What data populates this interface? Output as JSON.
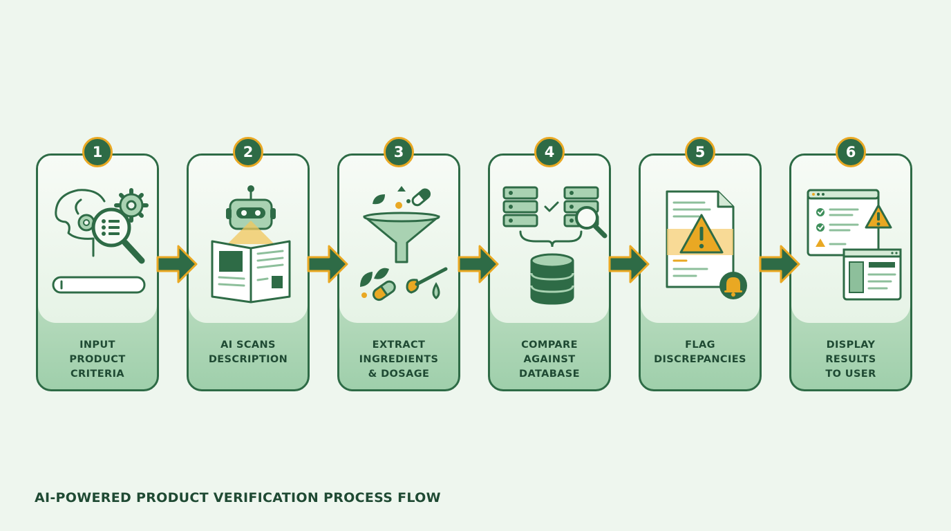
{
  "steps": [
    {
      "number": "1",
      "label": "INPUT\nPRODUCT\nCRITERIA"
    },
    {
      "number": "2",
      "label": "AI SCANS\nDESCRIPTION"
    },
    {
      "number": "3",
      "label": "EXTRACT\nINGREDIENTS\n& DOSAGE"
    },
    {
      "number": "4",
      "label": "COMPARE\nAGAINST\nDATABASE"
    },
    {
      "number": "5",
      "label": "FLAG\nDISCREPANCIES"
    },
    {
      "number": "6",
      "label": "DISPLAY\nRESULTS\nTO USER"
    }
  ],
  "footer": {
    "title": "AI-POWERED PRODUCT VERIFICATION PROCESS FLOW"
  },
  "colors": {
    "dark_green": "#2e6b46",
    "accent_orange": "#e9a823",
    "light_green": "#a9d2b2",
    "background": "#eef6ee"
  }
}
